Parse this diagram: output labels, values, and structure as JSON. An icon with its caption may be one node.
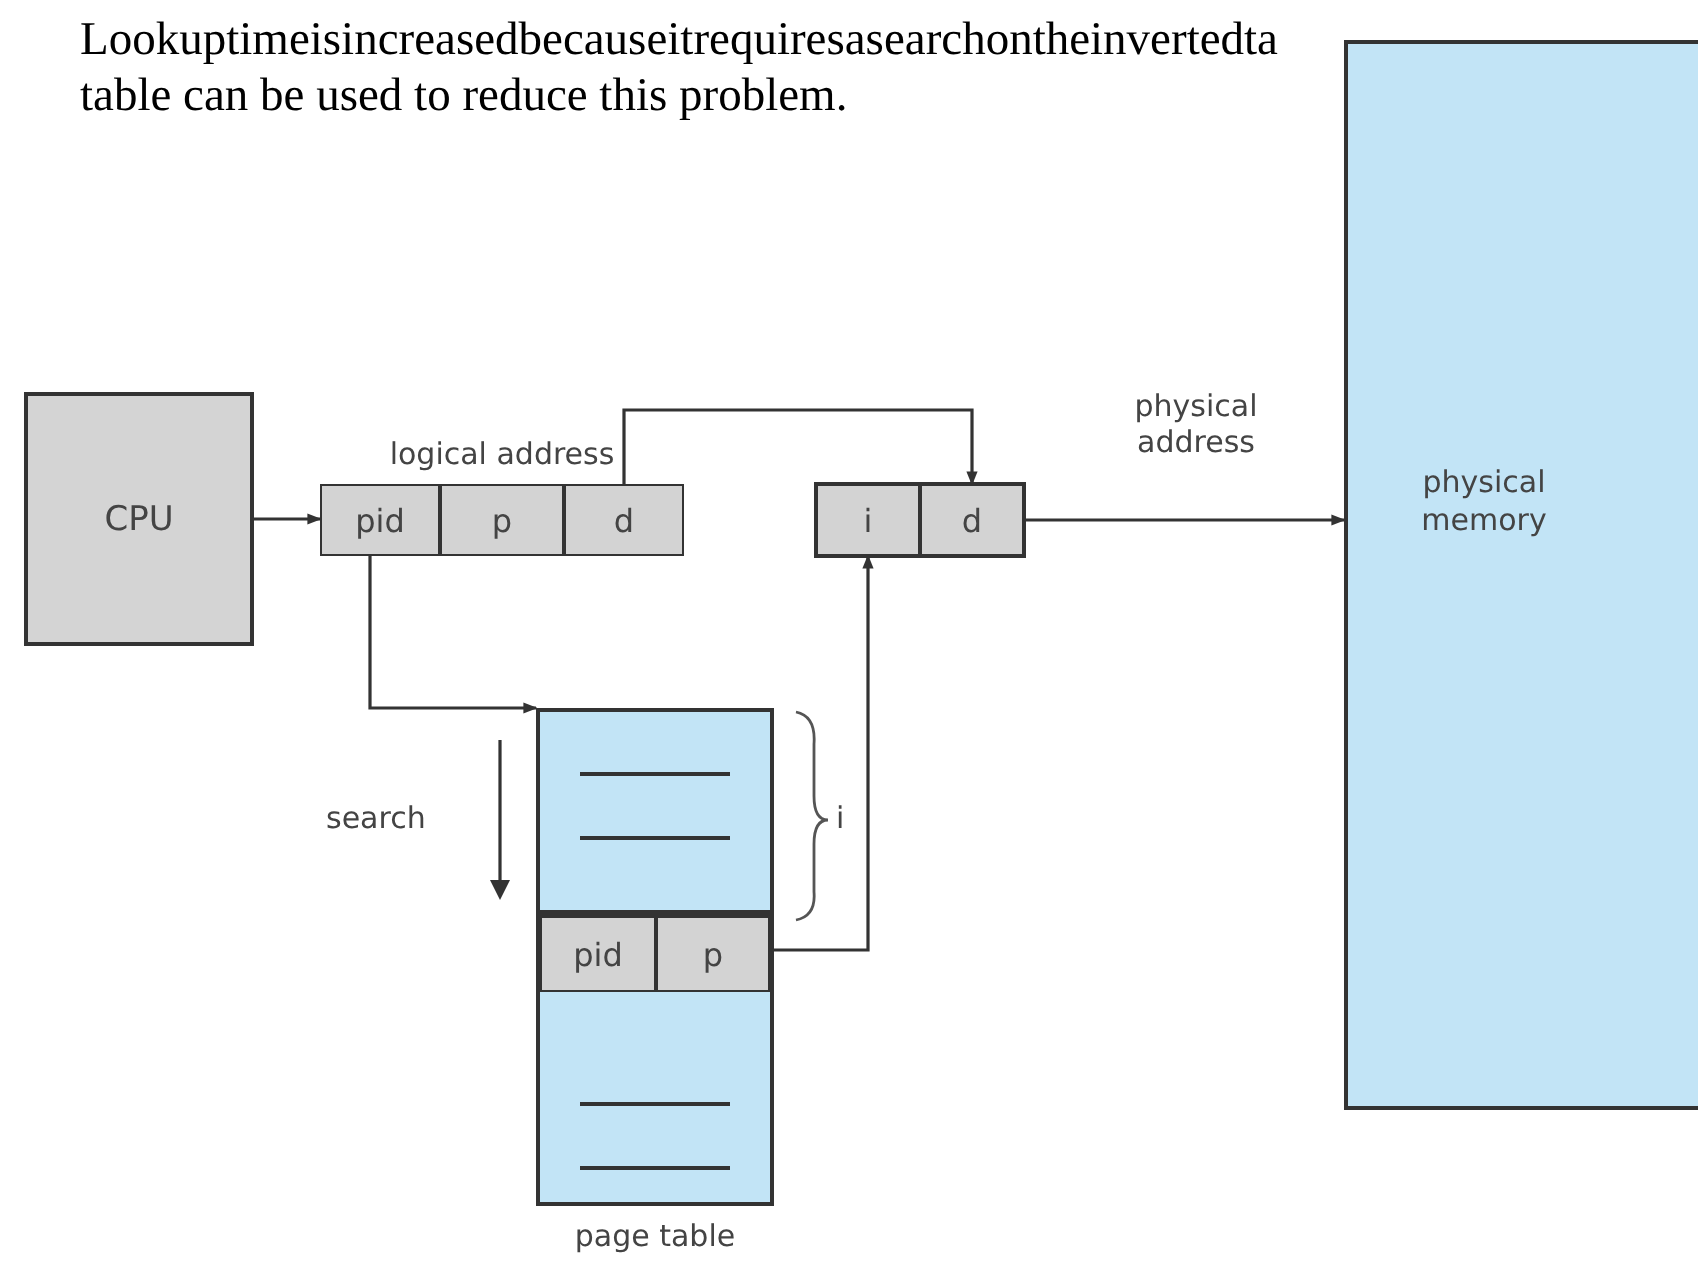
{
  "diagram": {
    "nodes": [
      {
        "text": [
          "CPU"
        ]
      },
      {
        "text": [
          "logical address"
        ]
      },
      {
        "text": [
          "pid"
        ],
        "in": 1
      },
      {
        "text": [
          "p"
        ],
        "in": 1
      },
      {
        "text": [
          "d"
        ],
        "in": 1
      },
      {
        "text": [],
        "shape": "box"
      },
      {
        "text": [
          "i"
        ],
        "in": 5
      },
      {
        "text": [
          "d"
        ],
        "in": 5
      },
      {
        "text": [
          "physical memory"
        ]
      },
      {
        "text": [
          "page table"
        ]
      },
      {
        "text": [],
        "shape": "box",
        "in": 9
      },
      {
        "text": [
          "pid"
        ],
        "in": 10
      },
      {
        "text": [
          "p"
        ],
        "in": 10
      }
    ],
    "edges": [
      {
        "from": 0,
        "to": 1,
        "arrow": "to"
      },
      {
        "from": 4,
        "to": 7,
        "arrow": "to"
      },
      {
        "from": 2,
        "to": 9,
        "arrow": "to"
      },
      {
        "from": 12,
        "to": 6,
        "arrow": "to"
      },
      {
        "from": 5,
        "to": 8,
        "arrow": "to",
        "label": "physical address"
      }
    ],
    "labels": [
      "Lookuptimeisincreasedbecauseitrequiresasearchontheinvertedta",
      "table can be used to reduce this problem.",
      "search",
      "i"
    ]
  }
}
